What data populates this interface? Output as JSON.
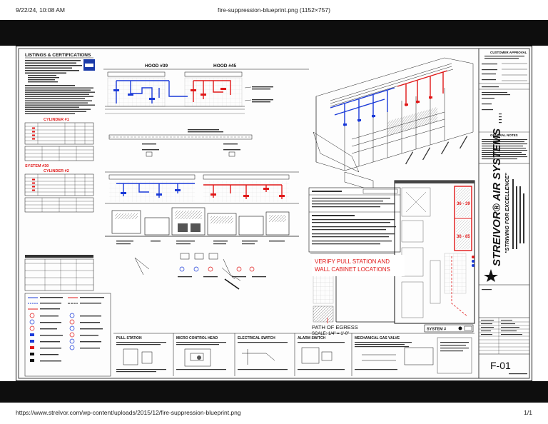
{
  "print_header": {
    "datetime": "9/22/24, 10:08 AM",
    "title": "fire-suppression-blueprint.png (1152×757)"
  },
  "print_footer": {
    "url": "https://www.strelvor.com/wp-content/uploads/2015/12/fire-suppression-blueprint.png",
    "page": "1/1"
  },
  "sheet": {
    "listings_title": "LISTINGS & CERTIFICATIONS",
    "hood_1": "HOOD #39",
    "hood_2": "HOOD #45",
    "cylinder_1": "CYLINDER #1",
    "cylinder_2": "CYLINDER #2",
    "system_label": "SYSTEM #30",
    "verify_note_line1": "VERIFY PULL STATION AND",
    "verify_note_line2": "WALL CABINET LOCATIONS",
    "zone_label_upper": "36 - 39",
    "zone_label_lower": "36 - 85",
    "path_of_egress": "PATH OF EGRESS",
    "scale": "SCALE:   1/4\" = 1'-0\"",
    "system_hood_tag": "SYSTEM #",
    "section_labels": [
      "PULL STATION",
      "MICRO CONTROL HEAD",
      "ELECTRICAL SWITCH",
      "ALARM SWITCH",
      "MECHANICAL GAS VALVE"
    ],
    "general_notes": "GENERAL NOTES",
    "customer_approval": "CUSTOMER APPROVAL",
    "sheet_number": "F-01",
    "company": {
      "name": "STREIVOR® AIR SYSTEMS",
      "slogan": "\"STRIVING FOR EXCELLENCE\""
    }
  }
}
